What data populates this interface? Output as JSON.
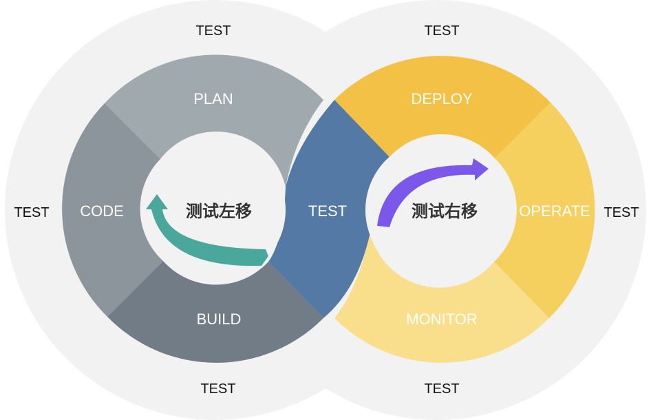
{
  "outer_labels": {
    "left_top": "TEST",
    "right_top": "TEST",
    "left_side": "TEST",
    "right_side": "TEST",
    "left_bottom": "TEST",
    "right_bottom": "TEST"
  },
  "segments": {
    "plan": "PLAN",
    "code": "CODE",
    "build": "BUILD",
    "test": "TEST",
    "deploy": "DEPLOY",
    "operate": "OPERATE",
    "monitor": "MONITOR"
  },
  "centers": {
    "left": "测试左移",
    "right": "测试右移"
  },
  "colors": {
    "halo": "#f2f2f2",
    "plan": "#a0a9ae",
    "code": "#8c959b",
    "build": "#727c86",
    "test": "#5379a4",
    "deploy": "#f2c145",
    "operate": "#f5d05e",
    "monitor": "#f9df8c",
    "inner": "#f2f2f2",
    "left_arrow": "#4aa79c",
    "right_arrow": "#7c58ea"
  }
}
